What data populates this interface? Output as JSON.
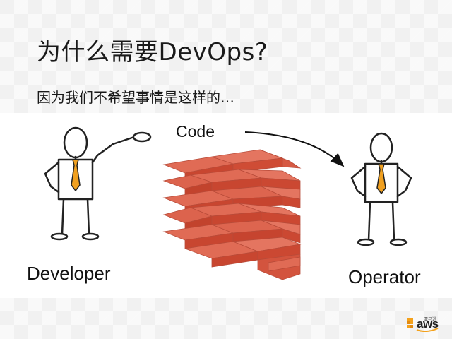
{
  "slide": {
    "title": "为什么需要DevOps?",
    "subtitle": "因为我们不希望事情是这样的…"
  },
  "diagram": {
    "code_label": "Code",
    "developer_label": "Developer",
    "operator_label": "Operator"
  },
  "logo": {
    "cn_text": "亚马逊",
    "brand": "aws"
  },
  "colors": {
    "brick": "#d9533d",
    "brick_dark": "#a93624",
    "tie": "#f0a020",
    "logo_orange": "#f4a11b"
  }
}
